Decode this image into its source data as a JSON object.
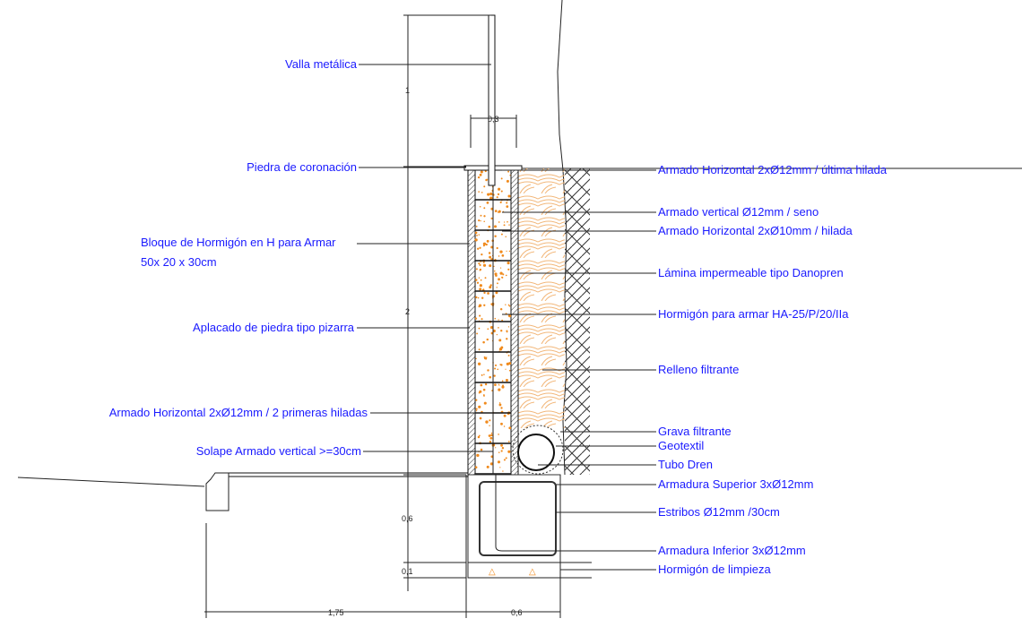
{
  "left_labels": {
    "fence": "Valla metálica",
    "coping": "Piedra de coronación",
    "block_1": "Bloque de Hormigón en H para Armar",
    "block_2": "50x 20 x 30cm",
    "cladding": "Aplacado de piedra tipo pizarra",
    "horiz_first": "Armado Horizontal 2xØ12mm / 2 primeras hiladas",
    "overlap": "Solape Armado vertical >=30cm"
  },
  "right_labels": {
    "horiz_last": "Armado Horizontal 2xØ12mm / última hilada",
    "vertical": "Armado vertical Ø12mm / seno",
    "horiz_course": "Armado Horizontal 2xØ10mm / hilada",
    "membrane": "Lámina impermeable tipo Danopren",
    "concrete": "Hormigón para armar HA-25/P/20/IIa",
    "fill": "Relleno filtrante",
    "gravel": "Grava filtrante",
    "geotextile": "Geotextil",
    "drain": "Tubo Dren",
    "top_rebar": "Armadura Superior  3xØ12mm",
    "stirrups": "Estribos Ø12mm /30cm",
    "bottom_rebar": "Armadura Inferior  3xØ12mm",
    "lean_concrete": "Hormigón de limpieza"
  },
  "dimensions": {
    "fence_height": "1",
    "block_width": "0,3",
    "wall_height": "2",
    "footing_height": "0,6",
    "lean_height": "0,1",
    "slab_width": "1,75",
    "footing_width": "0,6"
  },
  "colors": {
    "label": "#1a1aff",
    "concrete_dots": "#f08a1c",
    "fill_texture": "#f2b77a"
  }
}
